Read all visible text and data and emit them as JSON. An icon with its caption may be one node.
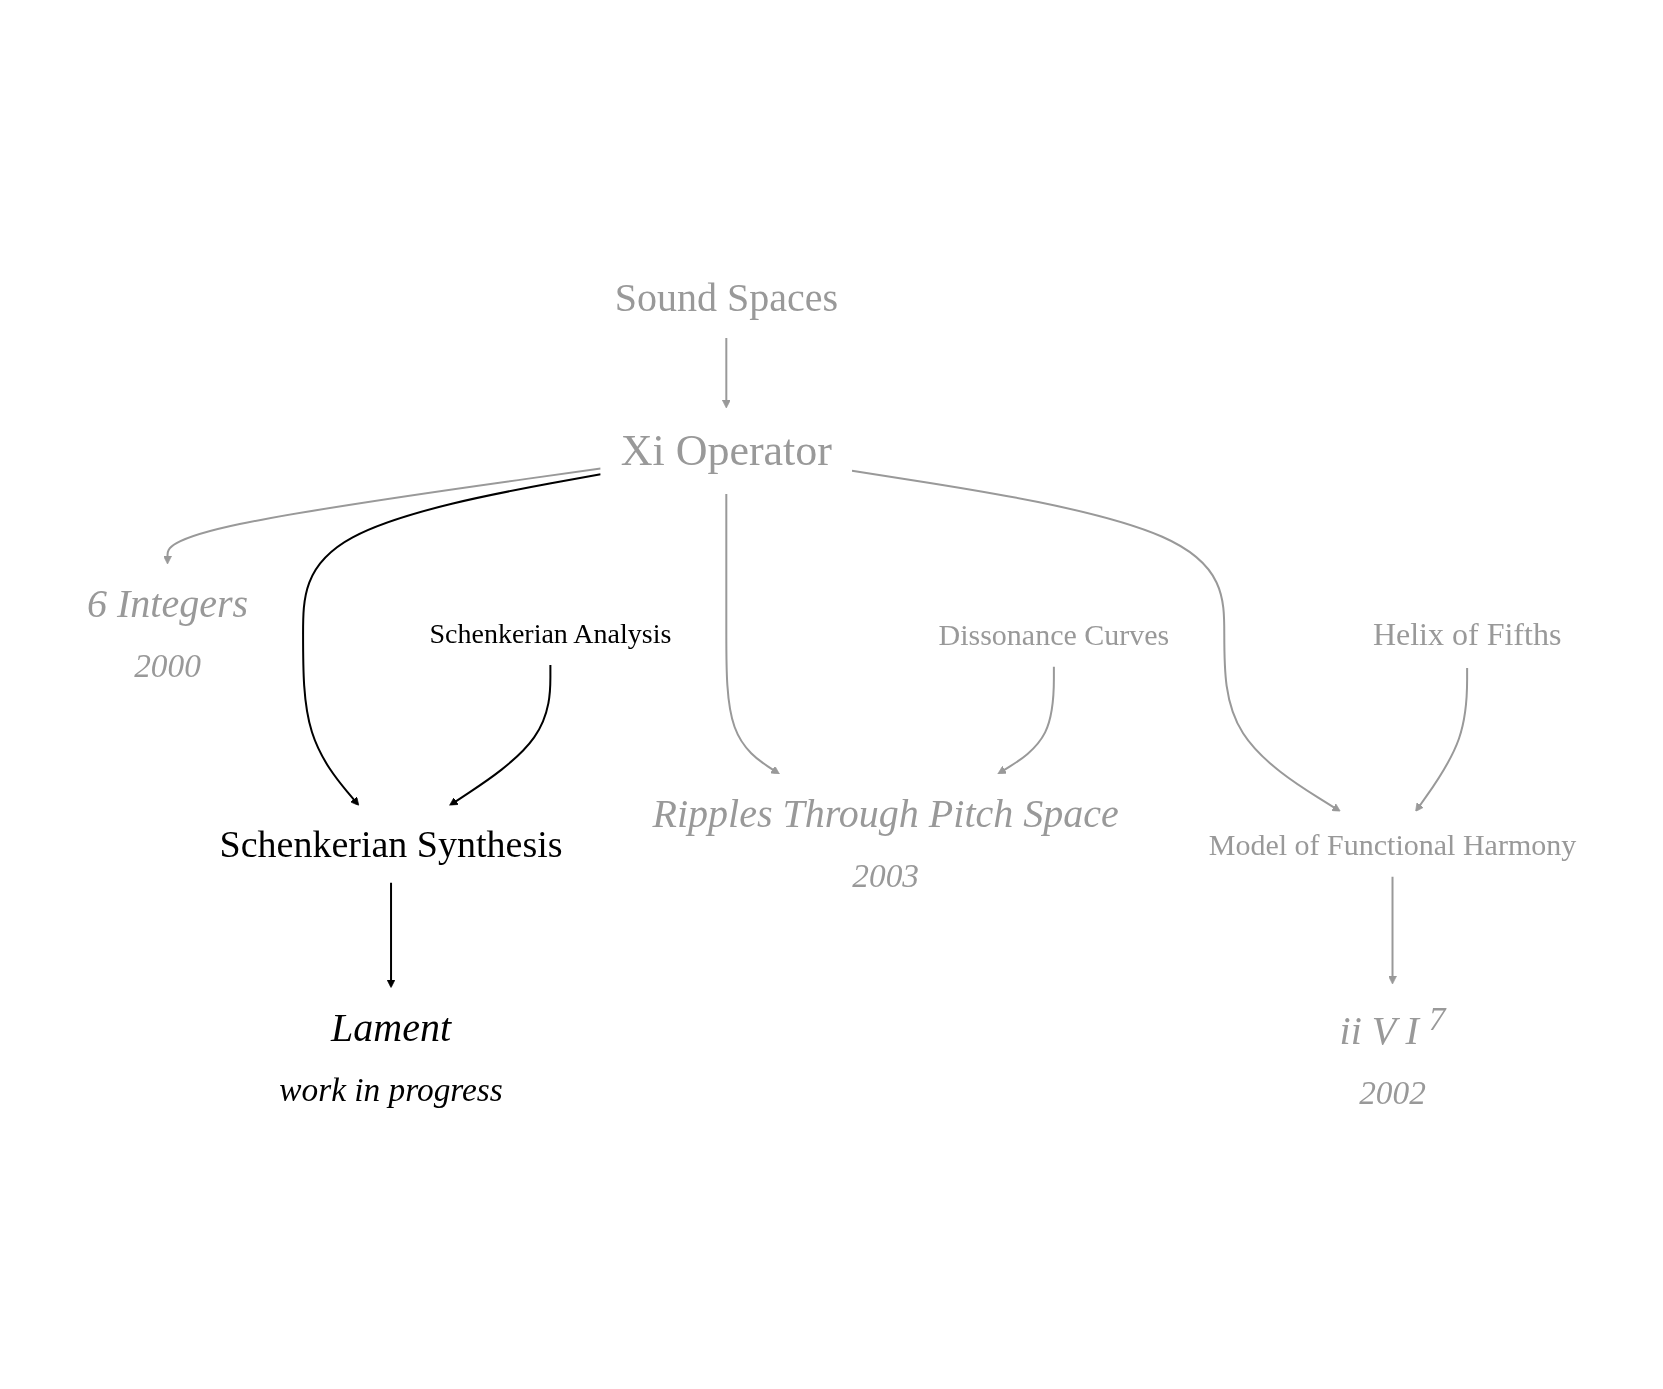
{
  "diagram": {
    "nodes": [
      {
        "text": [
          "Sound Spaces"
        ]
      },
      {
        "text": [
          "Xi Operator"
        ]
      },
      {
        "text": [
          "6 Integers",
          "2000"
        ]
      },
      {
        "text": [
          "Helix of Fifths"
        ]
      },
      {
        "text": [
          "Model of Functional Harmony"
        ]
      },
      {
        "text": [
          "ii V I $^{7}$",
          "2002"
        ]
      },
      {
        "text": [
          "Dissonance Curves"
        ]
      },
      {
        "text": [
          "Ripples Through Pitch Space",
          "2003"
        ]
      },
      {
        "text": [
          "Schenkerian Analysis"
        ]
      },
      {
        "text": [
          "Schenkerian Synthesis"
        ]
      },
      {
        "text": [
          "Lament",
          "work in progress"
        ]
      }
    ],
    "edges": [
      {
        "from": 0,
        "to": 1,
        "arrow": "to"
      },
      {
        "from": 1,
        "to": 2,
        "arrow": "to"
      },
      {
        "from": 1,
        "to": 9,
        "arrow": "to",
        "color": "#000000"
      },
      {
        "from": 1,
        "to": 7,
        "arrow": "to"
      },
      {
        "from": 1,
        "to": 4,
        "arrow": "to"
      },
      {
        "from": 3,
        "to": 4,
        "arrow": "to"
      },
      {
        "from": 4,
        "to": 5,
        "arrow": "to"
      },
      {
        "from": 6,
        "to": 7,
        "arrow": "to"
      },
      {
        "from": 8,
        "to": 9,
        "arrow": "to",
        "color": "#000000"
      },
      {
        "from": 9,
        "to": 10,
        "arrow": "to",
        "color": "#000000"
      }
    ]
  }
}
